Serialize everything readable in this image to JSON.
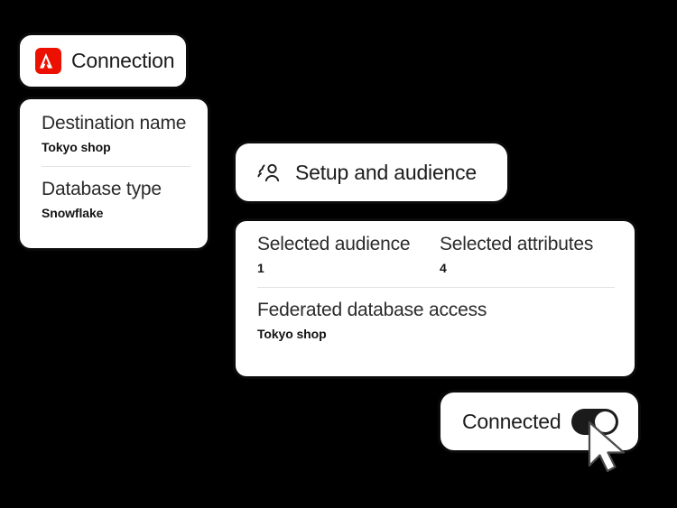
{
  "background_color": "#000000",
  "card_border_color": "#0b0b0b",
  "brand": {
    "adobe_red": "#eb1000",
    "logo_icon": "adobe-logo-icon"
  },
  "connection_pill": {
    "label": "Connection",
    "icon": "adobe-logo-icon"
  },
  "connection_details": {
    "fields": [
      {
        "label": "Destination name",
        "value": "Tokyo shop"
      },
      {
        "label": "Database type",
        "value": "Snowflake"
      }
    ]
  },
  "setup_pill": {
    "label": "Setup and audience",
    "icon": "audience-group-icon"
  },
  "setup_details": {
    "columns": [
      {
        "label": "Selected audience",
        "value": "1"
      },
      {
        "label": "Selected attributes",
        "value": "4"
      }
    ],
    "federated": {
      "label": "Federated database access",
      "value": "Tokyo shop"
    }
  },
  "connected_status": {
    "label": "Connected",
    "toggle_state": "on",
    "toggle_color": "#1b1b1b",
    "knob_color": "#ffffff"
  },
  "cursor": {
    "icon": "mouse-pointer-icon"
  }
}
